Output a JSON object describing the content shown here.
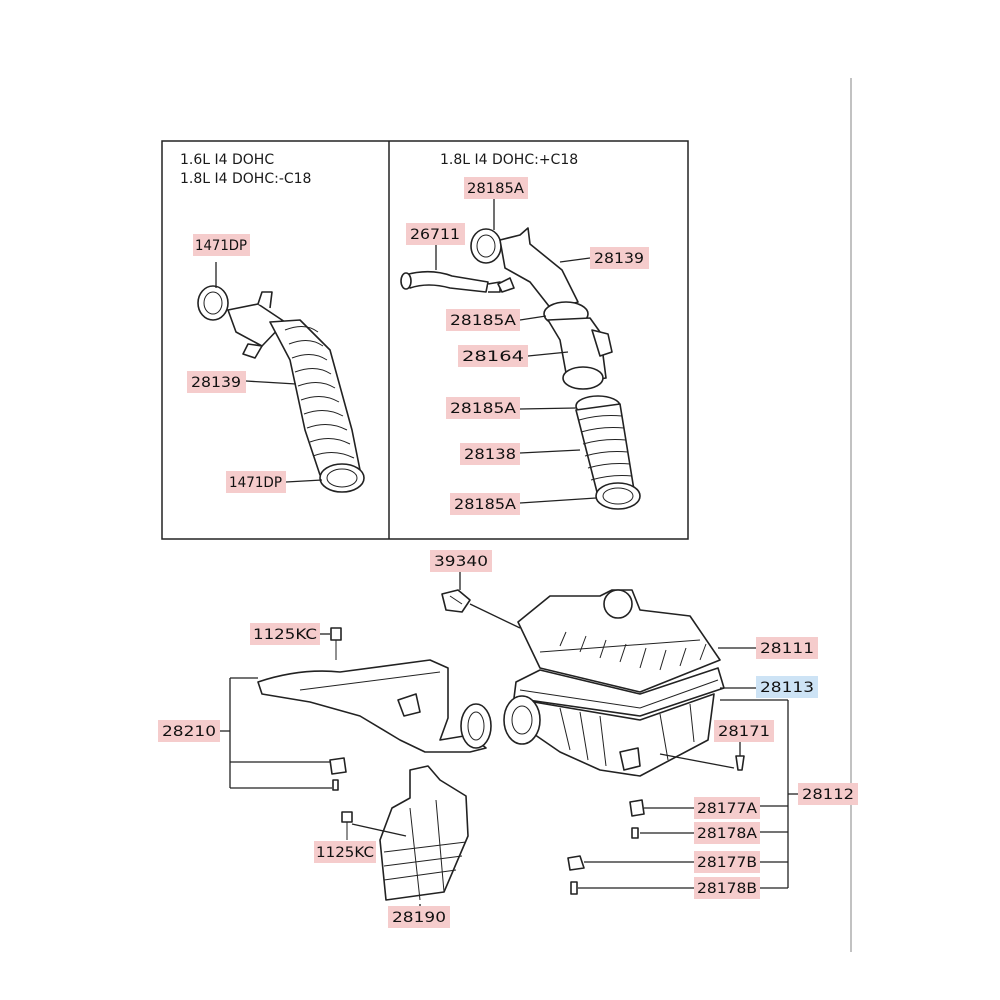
{
  "colors": {
    "label_bg": "#f5cccc",
    "label_bg_highlight": "#cde3f5",
    "line": "#222222"
  },
  "panels": {
    "left_header": [
      "1.6L  I4  DOHC",
      "1.8L  I4  DOHC:-C18"
    ],
    "right_header": [
      "1.8L  I4  DOHC:+C18"
    ]
  },
  "callouts": [
    {
      "id": "1471DP_a",
      "text": "1471DP",
      "highlight": false
    },
    {
      "id": "28139_a",
      "text": "28139",
      "highlight": false
    },
    {
      "id": "1471DP_b",
      "text": "1471DP",
      "highlight": false
    },
    {
      "id": "28185A_a",
      "text": "28185A",
      "highlight": false
    },
    {
      "id": "26711",
      "text": "26711",
      "highlight": false
    },
    {
      "id": "28139_b",
      "text": "28139",
      "highlight": false
    },
    {
      "id": "28185A_b",
      "text": "28185A",
      "highlight": false
    },
    {
      "id": "28164",
      "text": "28164",
      "highlight": false
    },
    {
      "id": "28185A_c",
      "text": "28185A",
      "highlight": false
    },
    {
      "id": "28138",
      "text": "28138",
      "highlight": false
    },
    {
      "id": "28185A_d",
      "text": "28185A",
      "highlight": false
    },
    {
      "id": "39340",
      "text": "39340",
      "highlight": false
    },
    {
      "id": "1125KC_a",
      "text": "1125KC",
      "highlight": false
    },
    {
      "id": "28111",
      "text": "28111",
      "highlight": false
    },
    {
      "id": "28113",
      "text": "28113",
      "highlight": true
    },
    {
      "id": "28210",
      "text": "28210",
      "highlight": false
    },
    {
      "id": "28171",
      "text": "28171",
      "highlight": false
    },
    {
      "id": "28112",
      "text": "28112",
      "highlight": false
    },
    {
      "id": "28177A",
      "text": "28177A",
      "highlight": false
    },
    {
      "id": "28178A",
      "text": "28178A",
      "highlight": false
    },
    {
      "id": "1125KC_b",
      "text": "1125KC",
      "highlight": false
    },
    {
      "id": "28177B",
      "text": "28177B",
      "highlight": false
    },
    {
      "id": "28178B",
      "text": "28178B",
      "highlight": false
    },
    {
      "id": "28190",
      "text": "28190",
      "highlight": false
    }
  ]
}
